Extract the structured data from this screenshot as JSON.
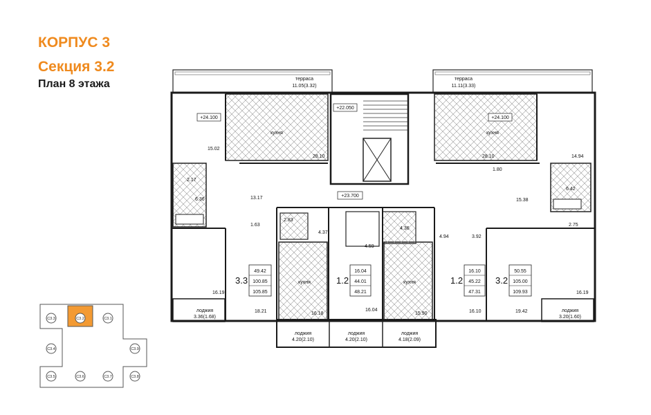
{
  "header": {
    "line1": "КОРПУС 3",
    "line2": "Секция 3.2",
    "line3": "План 8 этажа"
  },
  "colors": {
    "accent": "#ef8a1e",
    "key_highlight": "#f39a33",
    "hatch": "#8c8c8c",
    "wall": "#1a1a1a"
  },
  "levels": {
    "a": "+24.100",
    "b": "+22.050",
    "c": "+24.100",
    "d": "+23.700"
  },
  "terraces": [
    {
      "name": "терраса",
      "area": "11.05(3.32)"
    },
    {
      "name": "терраса",
      "area": "11.11(3.33)"
    }
  ],
  "kitchen_label": "кухня",
  "loggia_label": "лоджия",
  "rooms": {
    "r1502": "15.02",
    "r2810a": "28.10",
    "r2810b": "28.10",
    "r1494": "14.94",
    "r217": "2.17",
    "r636": "6.36",
    "r1317": "13.17",
    "r163": "1.63",
    "r283": "2.83",
    "r437": "4.37",
    "r436": "4.36",
    "r459": "4.59",
    "r494": "4.94",
    "r392": "3.92",
    "r180": "1.80",
    "r642": "6.42",
    "r1538": "15.38",
    "r275": "2.75",
    "r1619a": "16.19",
    "r1821": "18.21",
    "r1618": "16.18",
    "r1604": "16.04",
    "r1590": "15.90",
    "r1610": "16.10",
    "r1942": "19.42",
    "r1619b": "16.19"
  },
  "loggias": [
    {
      "area": "3.36(1.68)"
    },
    {
      "area": "4.20(2.10)"
    },
    {
      "area": "4.20(2.10)"
    },
    {
      "area": "4.18(2.09)"
    },
    {
      "area": "3.20(1.60)"
    }
  ],
  "apartments": [
    {
      "type": "3.3",
      "values": [
        "49.42",
        "100.85",
        "105.85"
      ]
    },
    {
      "type": "1.2",
      "values": [
        "16.04",
        "44.01",
        "48.21"
      ]
    },
    {
      "type": "1.2",
      "values": [
        "16.10",
        "45.22",
        "47.31"
      ]
    },
    {
      "type": "3.2",
      "values": [
        "50.55",
        "105.00",
        "109.93"
      ]
    }
  ],
  "key_plan": {
    "sections": [
      "С3.3",
      "С3.2",
      "С3.1",
      "С3.4",
      "С3.9",
      "С3.5",
      "С3.6",
      "С3.7",
      "С3.8"
    ],
    "highlighted": "С3.2"
  }
}
